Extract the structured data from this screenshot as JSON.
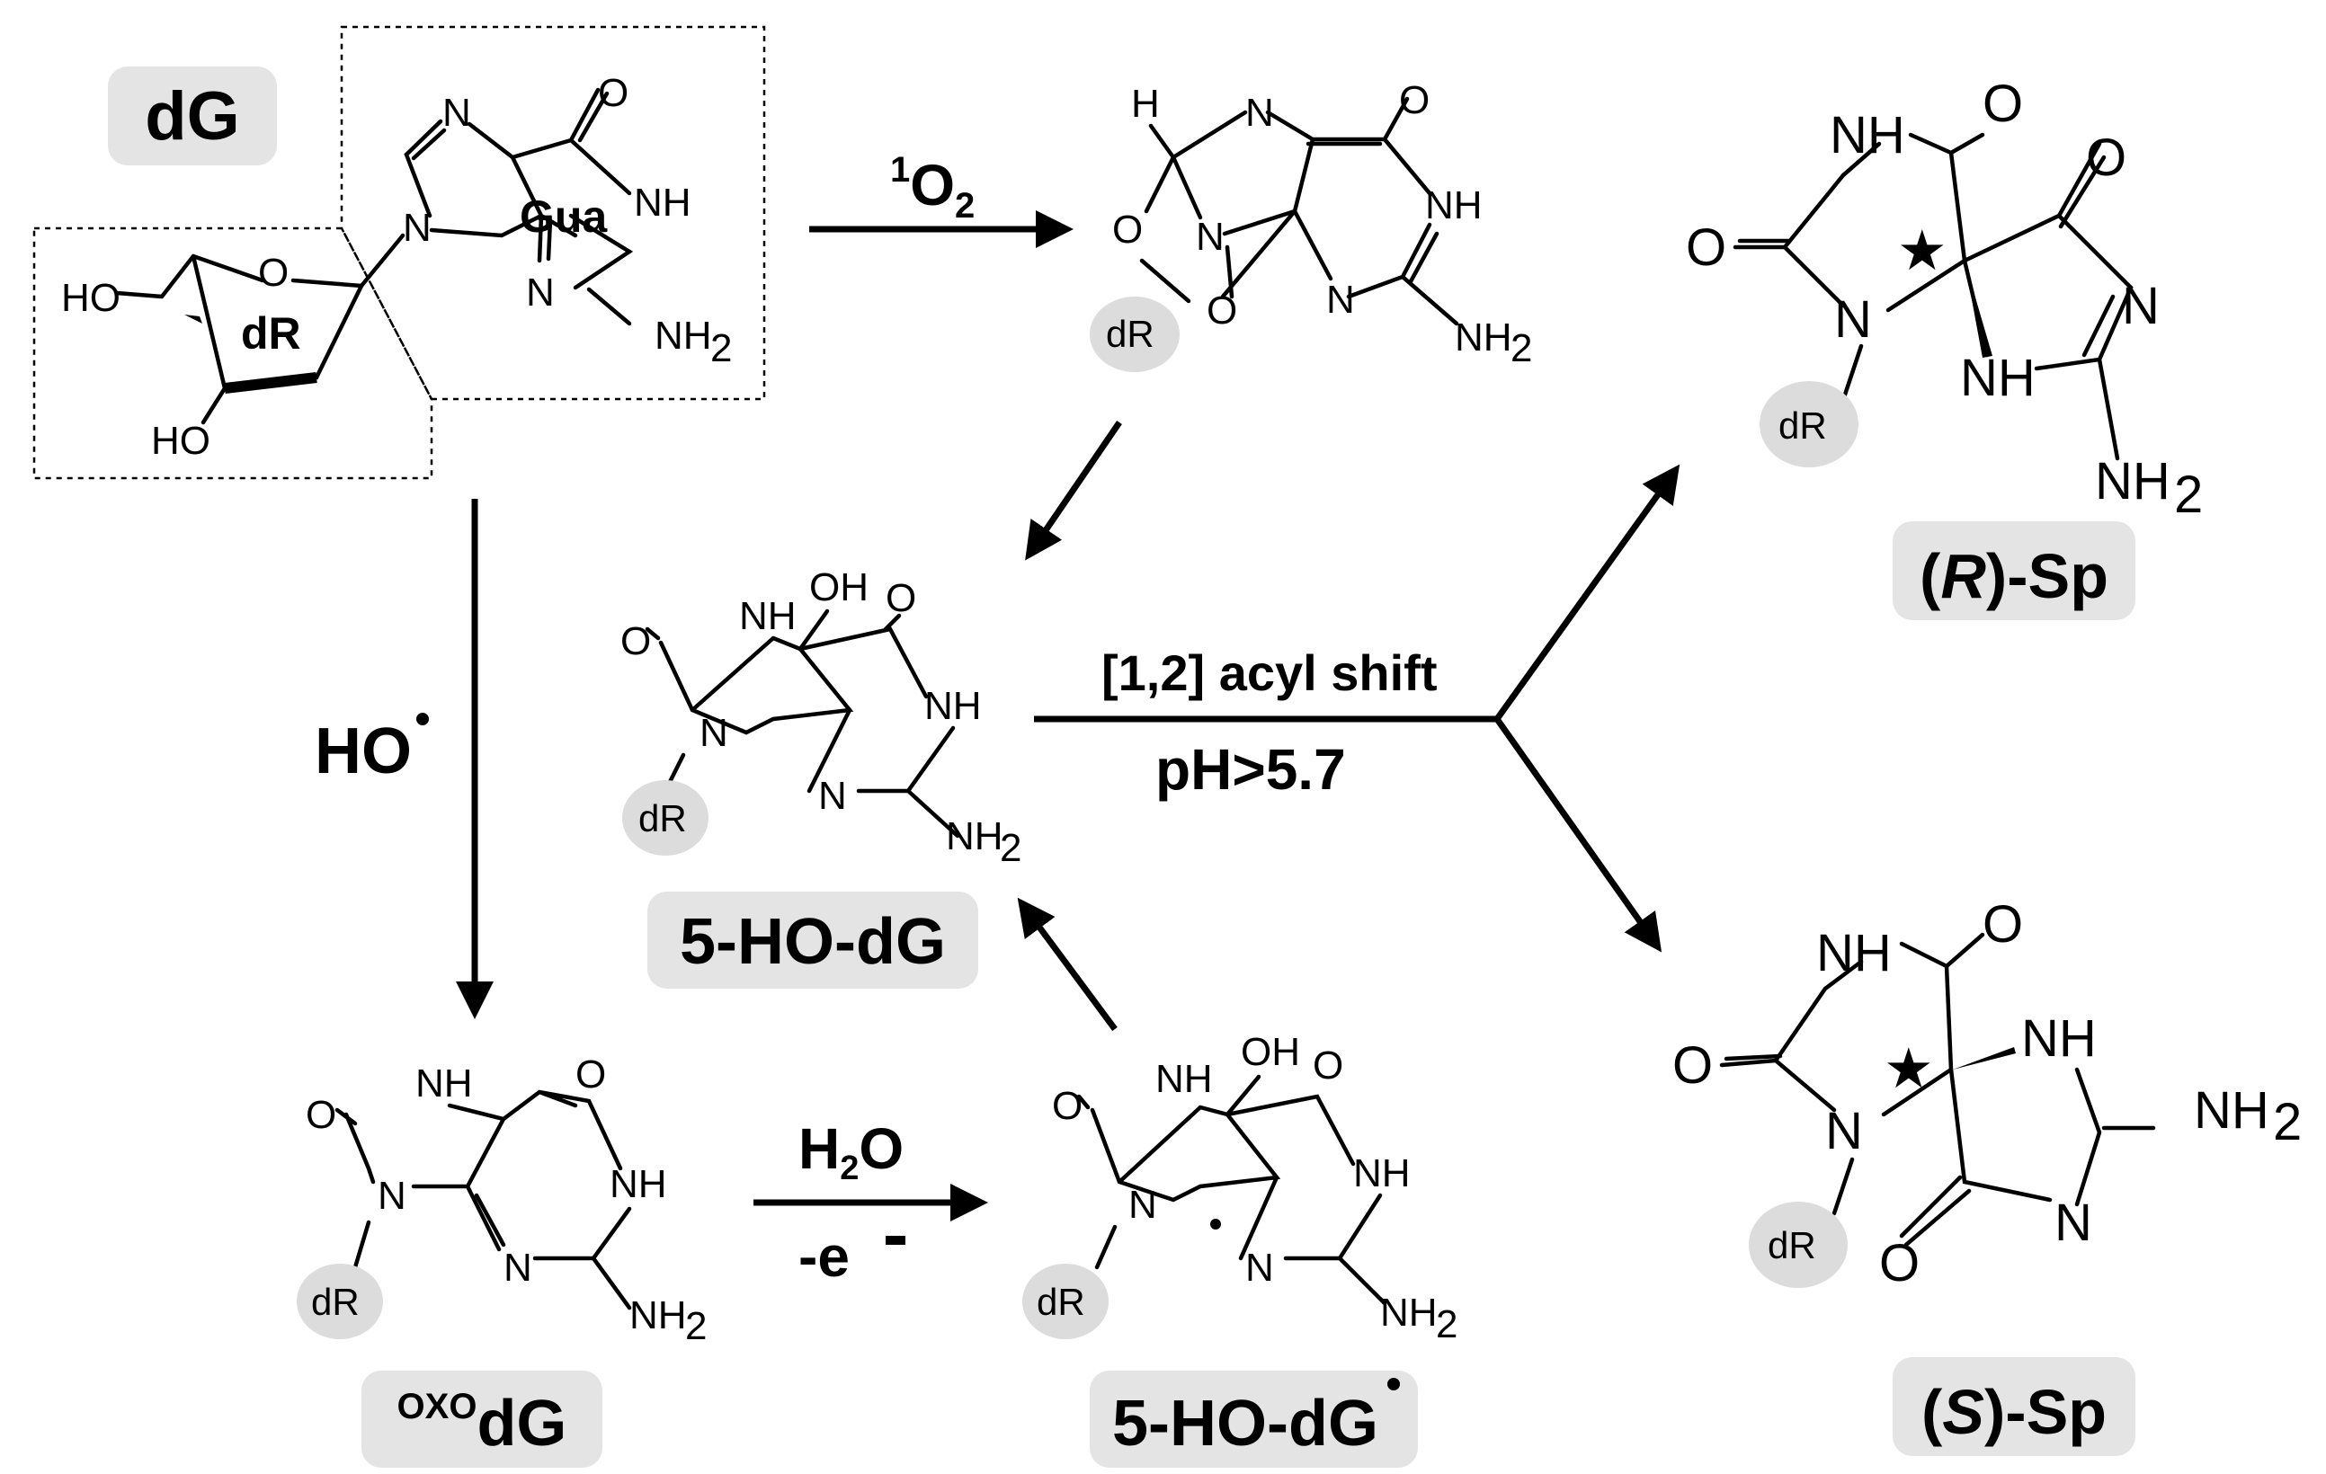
{
  "compounds": {
    "dG": "dG",
    "gua": "Gua",
    "dR": "dR",
    "hydroxy_dG": "5-HO-dG",
    "hydroxy_dG_radical": "5-HO-dG",
    "oxo_prefix": "OXO",
    "oxo_main": "dG",
    "R_open": "(",
    "R_letter": "R",
    "R_close": ")-Sp",
    "S_open": "(",
    "S_letter": "S",
    "S_close": ")-Sp"
  },
  "reagents": {
    "singlet_sup": "1",
    "singlet_O": "O",
    "singlet_sub": "2",
    "hydroxyl": "HO",
    "water_H": "H",
    "water_sub": "2",
    "water_O": "O",
    "electron": "-e",
    "acyl_shift": "[1,2] acyl shift",
    "ph": "pH>5.7"
  },
  "atoms": {
    "N": "N",
    "NH": "NH",
    "NH2": "NH",
    "sub2": "2",
    "O": "O",
    "OH": "OH",
    "HO": "HO",
    "H": "H"
  },
  "colors": {
    "label_bg": "#e4e4e4",
    "dR_bg": "#dcdcdc",
    "ink": "#000000"
  }
}
